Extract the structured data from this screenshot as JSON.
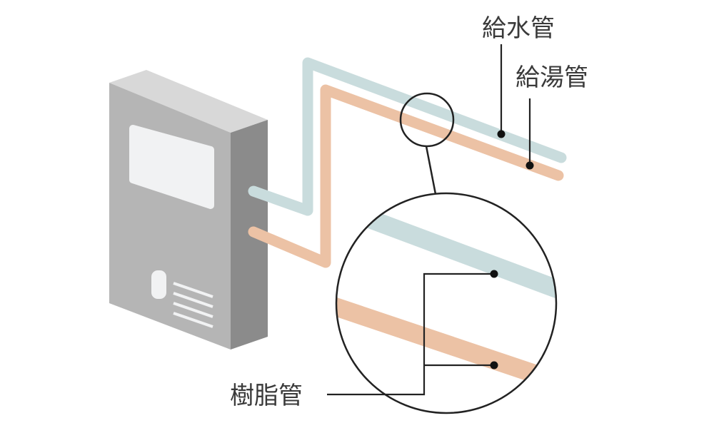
{
  "labels": {
    "supply_pipe": "給水管",
    "hot_water_pipe": "給湯管",
    "resin_pipe": "樹脂管"
  },
  "colors": {
    "supply_pipe": "#c9dcdd",
    "hot_water_pipe": "#ecc2a5",
    "unit_front": "#b5b5b5",
    "unit_side": "#8b8b8b",
    "unit_top": "#d8d8d8",
    "leader_line": "#222222"
  }
}
